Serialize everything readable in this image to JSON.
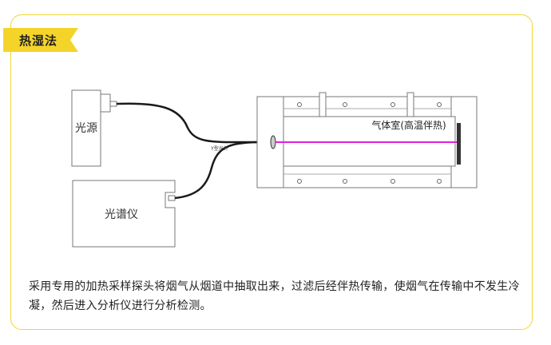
{
  "header": {
    "title": "热湿法"
  },
  "diagram": {
    "light_source_label": "光源",
    "spectrometer_label": "光谱仪",
    "fiber_label": "Y型光纤",
    "chamber_label": "气体室(高温伴热)"
  },
  "caption": {
    "text": "采用专用的加热采样探头将烟气从烟道中抽取出来，过滤后经伴热传输，使烟气在传输中不发生冷凝，然后进入分析仪进行分析检测。"
  },
  "colors": {
    "accent_yellow": "#f5d42a",
    "beam": "#e020e0",
    "line": "#555555"
  }
}
